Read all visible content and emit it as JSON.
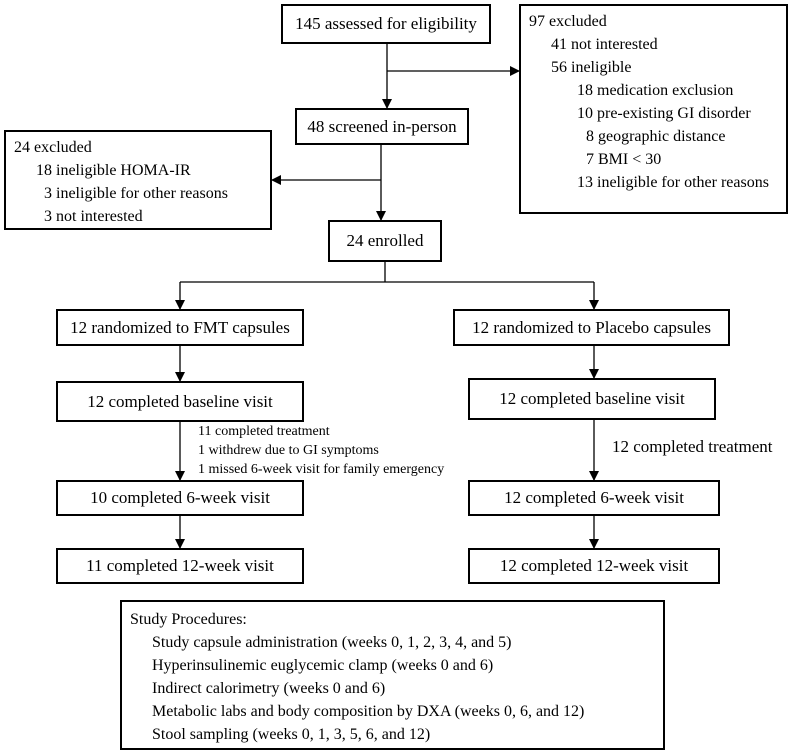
{
  "assessed": "145 assessed for eligibility",
  "excluded_right": {
    "title": "97 excluded",
    "not_interested": "41 not interested",
    "ineligible": "56 ineligible",
    "reasons": [
      "18 medication exclusion",
      "10 pre-existing GI disorder",
      "8 geographic distance",
      "7 BMI < 30",
      "13 ineligible for other reasons"
    ]
  },
  "screened": "48 screened in-person",
  "excluded_left": {
    "title": "24 excluded",
    "items": [
      "18 ineligible HOMA-IR",
      "3 ineligible for other reasons",
      "3 not interested"
    ]
  },
  "enrolled": "24 enrolled",
  "fmt_arm": {
    "randomized": "12 randomized to FMT capsules",
    "baseline": "12 completed baseline visit",
    "notes": [
      "11 completed treatment",
      "1 withdrew due to GI symptoms",
      "1 missed 6-week visit for family emergency"
    ],
    "week6": "10 completed 6-week visit",
    "week12": "11 completed 12-week visit"
  },
  "placebo_arm": {
    "randomized": "12 randomized to Placebo capsules",
    "baseline": "12 completed baseline visit",
    "note": "12 completed treatment",
    "week6": "12 completed 6-week visit",
    "week12": "12 completed 12-week visit"
  },
  "procedures": {
    "title": "Study Procedures:",
    "items": [
      "Study capsule administration (weeks 0, 1, 2, 3, 4, and 5)",
      "Hyperinsulinemic euglycemic clamp (weeks 0 and 6)",
      "Indirect calorimetry (weeks 0 and 6)",
      "Metabolic labs and body composition by DXA (weeks 0, 6, and 12)",
      "Stool sampling (weeks 0, 1, 3, 5, 6, and 12)"
    ]
  }
}
